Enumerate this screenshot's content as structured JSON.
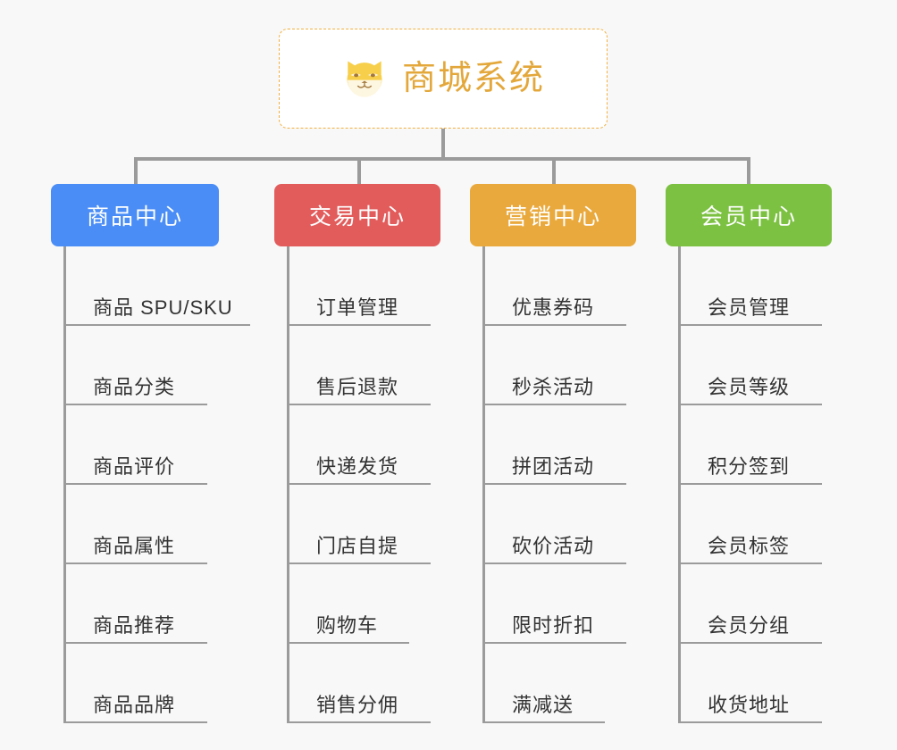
{
  "root": {
    "title": "商城系统",
    "icon": "shiba-dog-icon",
    "border_color": "#f0b041",
    "text_color": "#e3a73a",
    "background": "#ffffff"
  },
  "canvas": {
    "background": "#f8f8f8",
    "connector_color": "#9b9b9b"
  },
  "branches": [
    {
      "id": "product-center",
      "label": "商品中心",
      "color": "#4a8df6",
      "items": [
        "商品 SPU/SKU",
        "商品分类",
        "商品评价",
        "商品属性",
        "商品推荐",
        "商品品牌"
      ]
    },
    {
      "id": "trade-center",
      "label": "交易中心",
      "color": "#e25c5c",
      "items": [
        "订单管理",
        "售后退款",
        "快递发货",
        "门店自提",
        "购物车",
        "销售分佣"
      ]
    },
    {
      "id": "marketing-center",
      "label": "营销中心",
      "color": "#eaa93c",
      "items": [
        "优惠券码",
        "秒杀活动",
        "拼团活动",
        "砍价活动",
        "限时折扣",
        "满减送"
      ]
    },
    {
      "id": "member-center",
      "label": "会员中心",
      "color": "#7cc142",
      "items": [
        "会员管理",
        "会员等级",
        "积分签到",
        "会员标签",
        "会员分组",
        "收货地址"
      ]
    }
  ]
}
